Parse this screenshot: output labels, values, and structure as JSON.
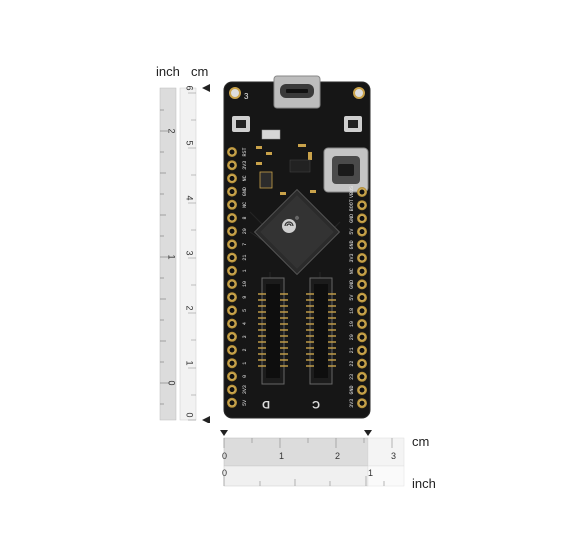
{
  "rulers": {
    "vertical": {
      "inch_label": "inch",
      "cm_label": "cm",
      "inch_ticks": [
        "2",
        "1",
        "0"
      ],
      "cm_ticks": [
        "6",
        "5",
        "4",
        "3",
        "2",
        "1",
        "0"
      ]
    },
    "horizontal": {
      "cm_label": "cm",
      "inch_label": "inch",
      "cm_ticks": [
        "0",
        "1",
        "2",
        "3"
      ],
      "inch_ticks": [
        "0",
        "1"
      ]
    }
  },
  "board": {
    "button_top_left": "3",
    "left_pins": [
      "RST",
      "3V3",
      "NC",
      "GND",
      "NC",
      "8",
      "20",
      "7",
      "21",
      "1",
      "10",
      "9",
      "5",
      "4",
      "3",
      "2",
      "1",
      "0",
      "3V3",
      "5V"
    ],
    "right_pins": [
      "VBUS",
      "BOOT",
      "GND",
      "5V",
      "GND",
      "3V3",
      "NC",
      "GND",
      "5V",
      "18",
      "19",
      "20",
      "21",
      "22",
      "23",
      "GND",
      "3V3"
    ],
    "connector_left": "D",
    "connector_right": "C",
    "chip_logo": "espressif-logo"
  },
  "colors": {
    "pcb": "#161616",
    "gold": "#c9a24a",
    "usb": "#c8c8c8",
    "ruler_fill": "#dcdcdc",
    "ruler_fill_light": "#f4f4f4"
  }
}
